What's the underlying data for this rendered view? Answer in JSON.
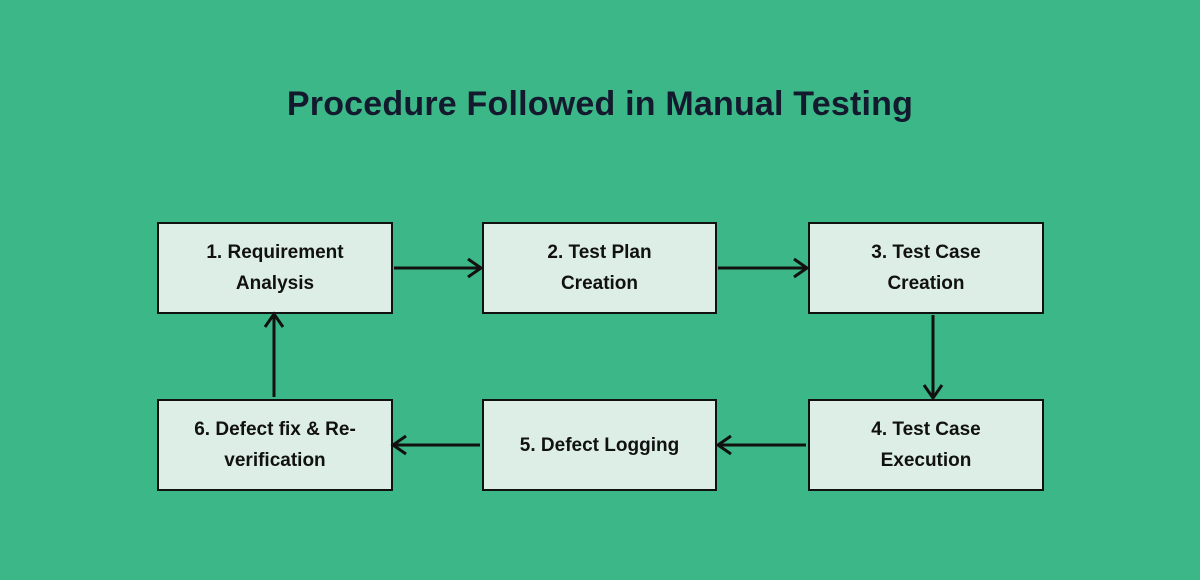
{
  "page": {
    "title": "Procedure Followed in Manual Testing",
    "background_color": "#3cb787",
    "title_color": "#141a2e"
  },
  "diagram": {
    "type": "flowchart",
    "box_fill_color": "#dceee6",
    "box_border_color": "#111111",
    "box_text_color": "#111111",
    "steps": [
      {
        "id": "step-1",
        "label": "1. Requirement Analysis",
        "line1": "1. Requirement",
        "line2": "Analysis"
      },
      {
        "id": "step-2",
        "label": "2. Test Plan Creation",
        "line1": "2. Test Plan",
        "line2": "Creation"
      },
      {
        "id": "step-3",
        "label": "3. Test Case Creation",
        "line1": "3. Test Case",
        "line2": "Creation"
      },
      {
        "id": "step-4",
        "label": "4. Test Case Execution",
        "line1": "4. Test Case",
        "line2": "Execution"
      },
      {
        "id": "step-5",
        "label": "5. Defect Logging",
        "line1": "5. Defect Logging",
        "line2": ""
      },
      {
        "id": "step-6",
        "label": "6. Defect fix & Re-verification",
        "line1": "6. Defect fix & Re-",
        "line2": "verification"
      }
    ],
    "connections": [
      {
        "from": "step-1",
        "to": "step-2",
        "direction": "right"
      },
      {
        "from": "step-2",
        "to": "step-3",
        "direction": "right"
      },
      {
        "from": "step-3",
        "to": "step-4",
        "direction": "down"
      },
      {
        "from": "step-4",
        "to": "step-5",
        "direction": "left"
      },
      {
        "from": "step-5",
        "to": "step-6",
        "direction": "left"
      },
      {
        "from": "step-6",
        "to": "step-1",
        "direction": "up"
      }
    ]
  }
}
